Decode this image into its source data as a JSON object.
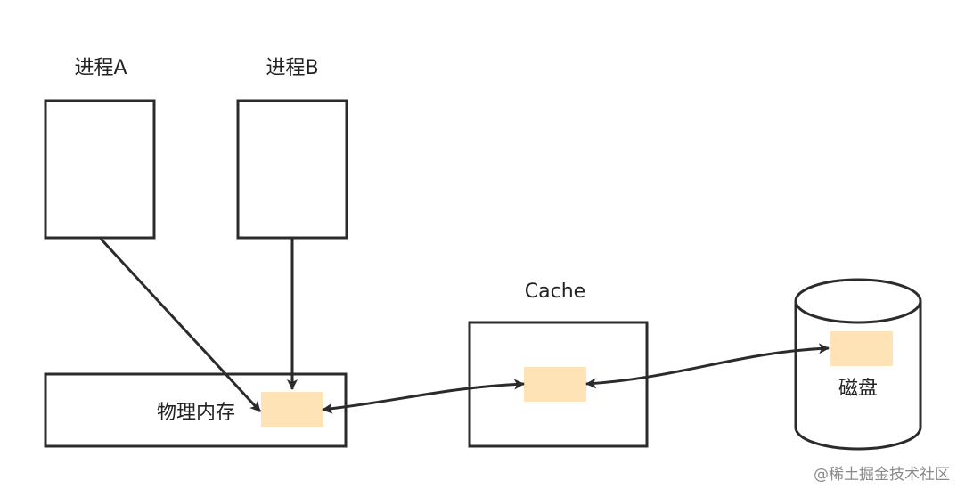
{
  "diagram": {
    "process_a": {
      "label": "进程A"
    },
    "process_b": {
      "label": "进程B"
    },
    "physical_memory": {
      "label": "物理内存"
    },
    "cache": {
      "label": "Cache"
    },
    "disk": {
      "label": "磁盘"
    },
    "watermark": "@稀土掘金技术社区"
  },
  "colors": {
    "stroke": "#2b2b2b",
    "page_block": "#fde3b5",
    "background": "#ffffff"
  }
}
